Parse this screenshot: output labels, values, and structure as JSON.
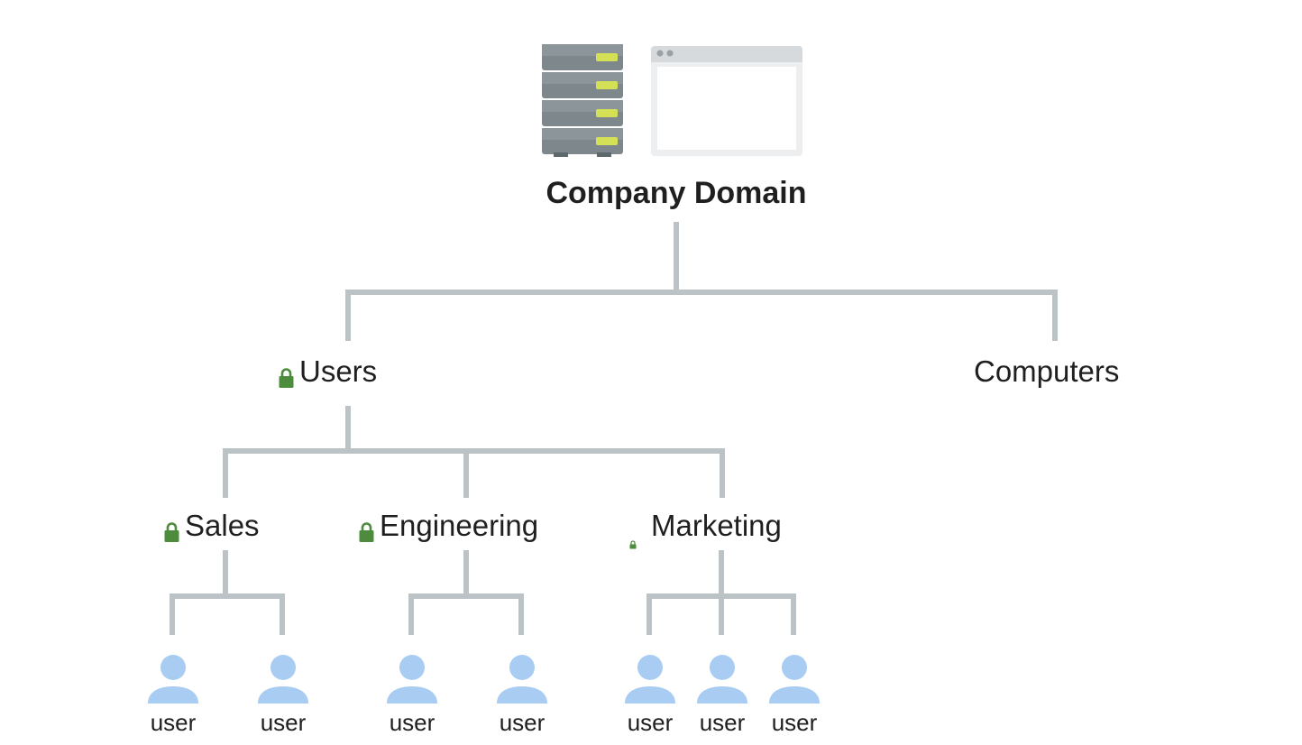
{
  "diagram": {
    "root": {
      "label": "Company Domain",
      "icons": [
        "server-rack-icon",
        "browser-window-icon"
      ]
    },
    "children": [
      {
        "label": "Users",
        "icon": "lock-icon",
        "children": [
          {
            "label": "Sales",
            "icon": "lock-icon",
            "users": [
              "user",
              "user"
            ]
          },
          {
            "label": "Engineering",
            "icon": "lock-icon",
            "users": [
              "user",
              "user"
            ]
          },
          {
            "label": "Marketing",
            "icon": "lock-icon",
            "users": [
              "user",
              "user",
              "user"
            ]
          }
        ]
      },
      {
        "label": "Computers"
      }
    ]
  },
  "colors": {
    "connector": "#bcc3c6",
    "lock": "#4c8c3c",
    "user": "#a9ccf2",
    "server": "#7d878c",
    "server_led": "#d4e157",
    "text": "#1f1f1f"
  }
}
